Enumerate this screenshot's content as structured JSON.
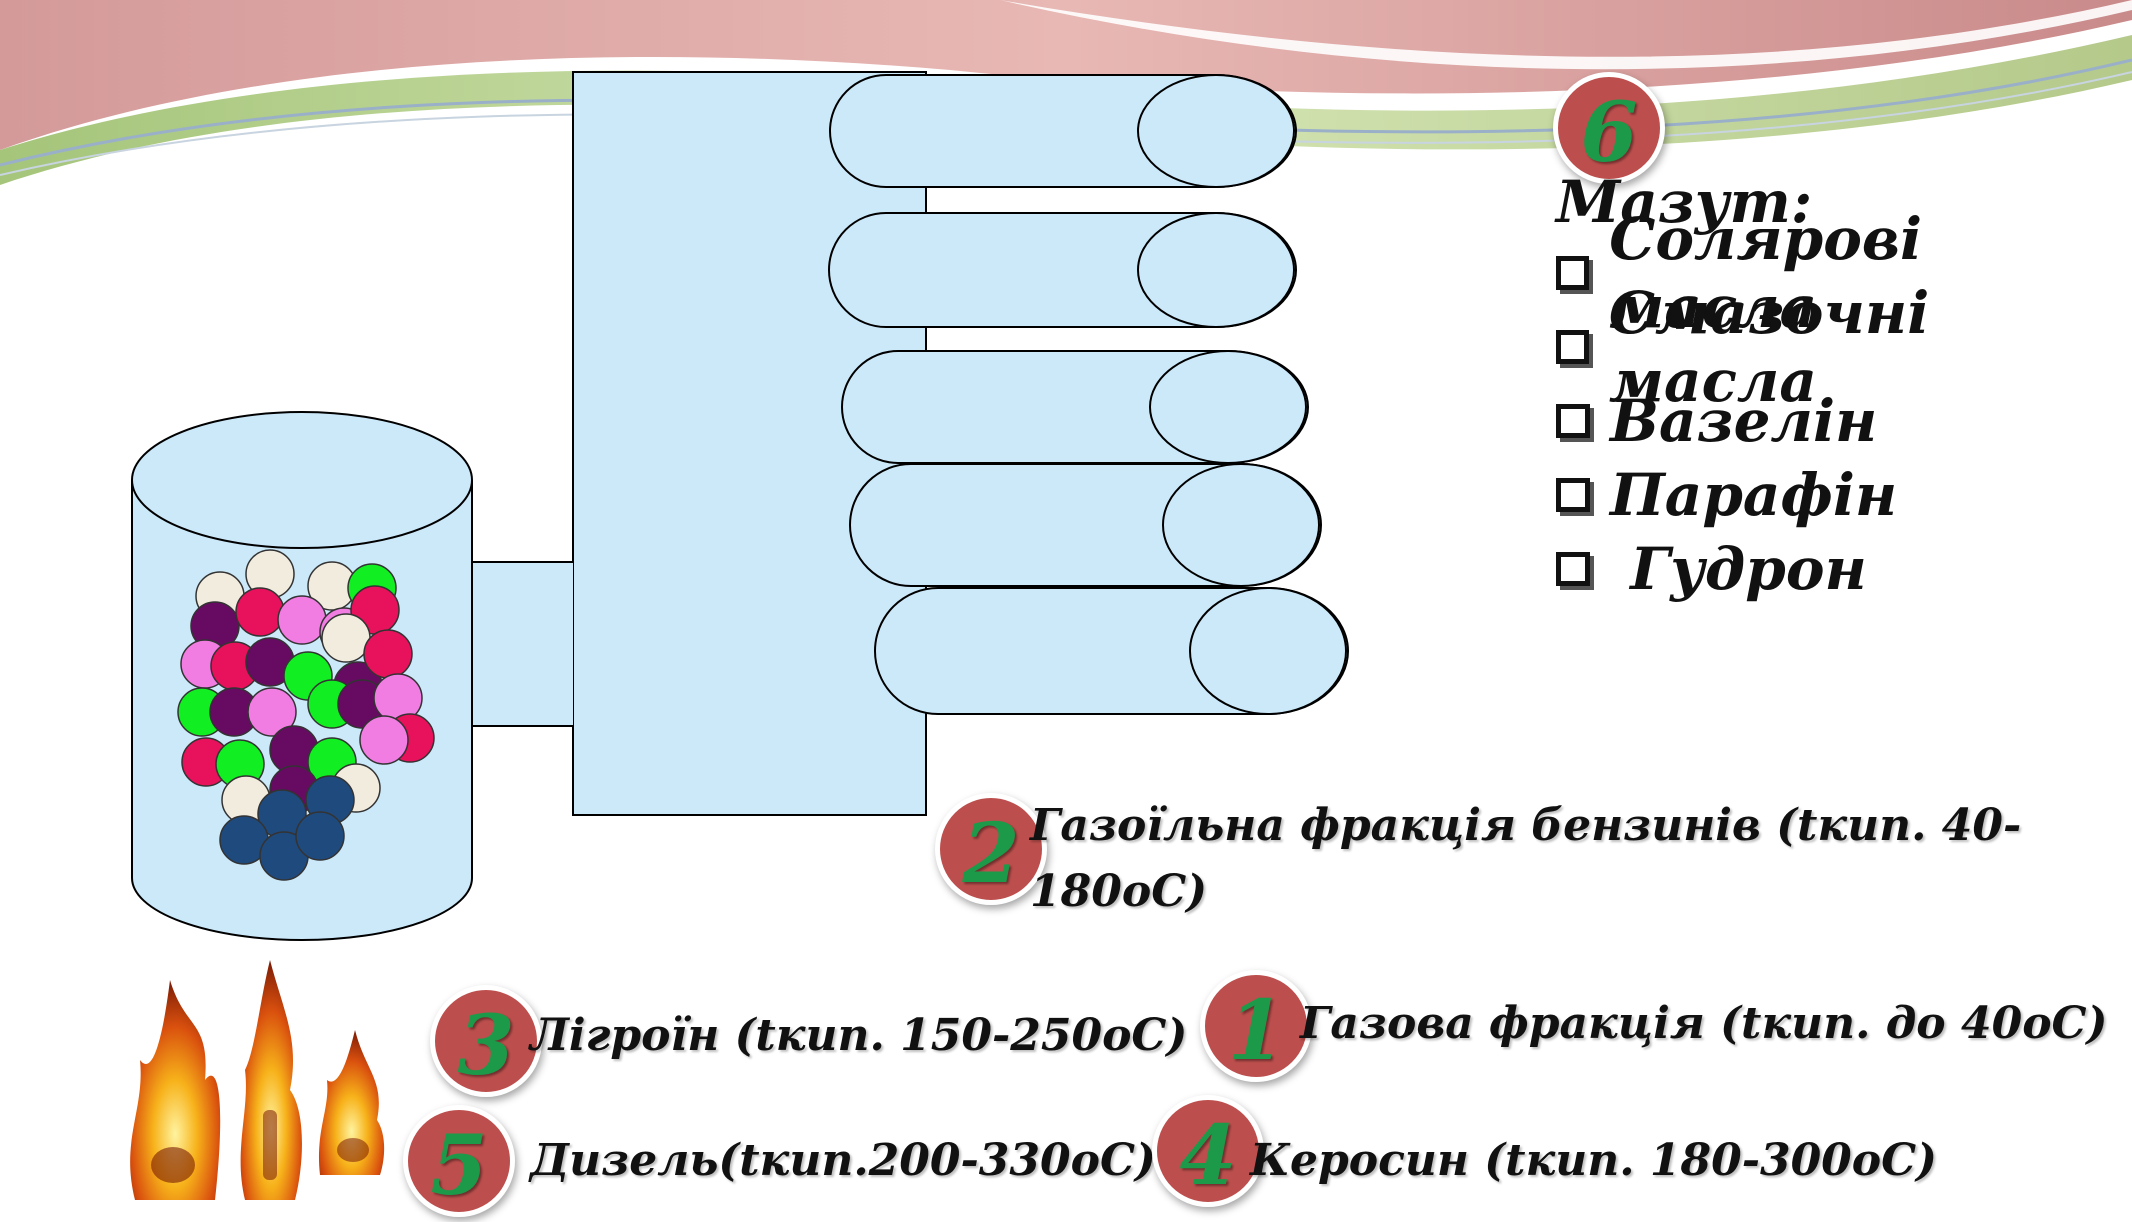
{
  "mazut": {
    "title": "Мазут:",
    "items": [
      "Солярові масла",
      "Смазочні масла",
      "Вазелін",
      "Парафін",
      " Гудрон"
    ]
  },
  "fractions": [
    {
      "number": "1",
      "label": "Газова фракція (tкип. до 40оС)"
    },
    {
      "number": "2",
      "label_line1": "Газоїльна фракція бензинів (tкип. 40-",
      "label_line2": "180оС)"
    },
    {
      "number": "3",
      "label": "Лігроїн (tкип. 150-250оС)"
    },
    {
      "number": "4",
      "label": "Керосин (tкип. 180-300оС)"
    },
    {
      "number": "5",
      "label": "Дизель(tкип.200-330оС)"
    },
    {
      "number": "6"
    }
  ],
  "colors": {
    "apparatus_fill": "#cce9fa",
    "badge_fill": "#bc4f4d",
    "badge_number": "#1c9a4a",
    "molecule_colors": [
      "#f2ecdf",
      "#e8115c",
      "#f17de2",
      "#660a62",
      "#11ee22",
      "#1f4a7e"
    ]
  }
}
